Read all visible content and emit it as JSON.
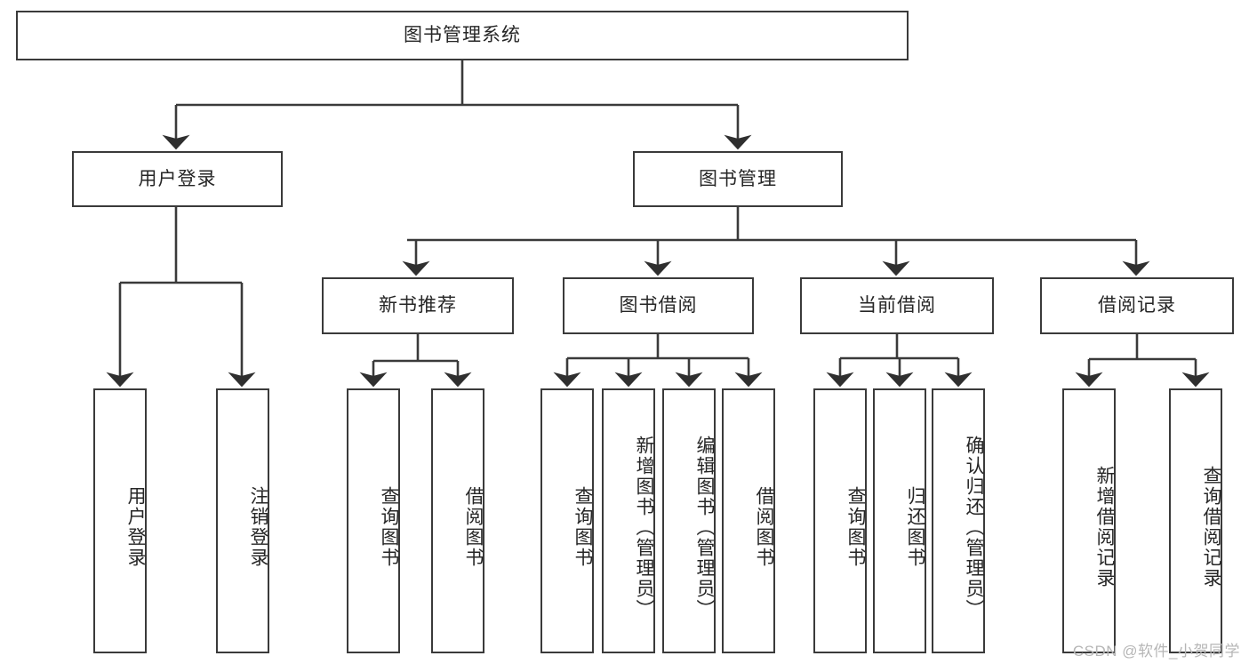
{
  "diagram": {
    "type": "tree",
    "title": "图书管理系统",
    "root": {
      "label": "图书管理系统"
    },
    "level2": [
      {
        "label": "用户登录"
      },
      {
        "label": "图书管理"
      }
    ],
    "level3": [
      {
        "label": "新书推荐"
      },
      {
        "label": "图书借阅"
      },
      {
        "label": "当前借阅"
      },
      {
        "label": "借阅记录"
      }
    ],
    "leaves": {
      "user_login": [
        {
          "label": "用户登录"
        },
        {
          "label": "注销登录"
        }
      ],
      "new_book_recommend": [
        {
          "label": "查询图书"
        },
        {
          "label": "借阅图书"
        }
      ],
      "book_borrow": [
        {
          "label": "查询图书"
        },
        {
          "label": "新增图书（管理员）"
        },
        {
          "label": "编辑图书（管理员）"
        },
        {
          "label": "借阅图书"
        }
      ],
      "current_borrow": [
        {
          "label": "查询图书"
        },
        {
          "label": "归还图书"
        },
        {
          "label": "确认归还（管理员）"
        }
      ],
      "borrow_record": [
        {
          "label": "新增借阅记录"
        },
        {
          "label": "查询借阅记录"
        }
      ]
    }
  },
  "watermark": {
    "text": "CSDN @软件_小贺同学"
  },
  "colors": {
    "stroke": "#3a3a3a",
    "background": "#ffffff",
    "text": "#262626",
    "watermark": "#b6b6b6"
  }
}
